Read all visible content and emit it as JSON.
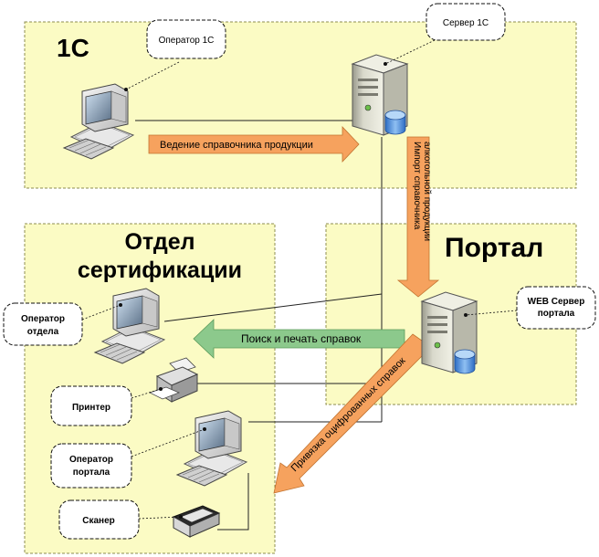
{
  "zones": {
    "onec": {
      "title": "1С"
    },
    "cert": {
      "title_line1": "Отдел",
      "title_line2": "сертификации"
    },
    "portal": {
      "title": "Портал"
    }
  },
  "callouts": {
    "operator_1c": "Оператор 1С",
    "server_1c": "Сервер 1С",
    "web_server_line1": "WEB Сервер",
    "web_server_line2": "портала",
    "dept_operator_line1": "Оператор",
    "dept_operator_line2": "отдела",
    "printer": "Принтер",
    "portal_operator_line1": "Оператор",
    "portal_operator_line2": "портала",
    "scanner": "Сканер"
  },
  "arrows": {
    "catalog": "Ведение справочника продукции",
    "import_line1": "Импорт справочника",
    "import_line2": "алкогольной продукции",
    "search": "Поиск и печать справок",
    "binding": "Привязка оцифрованных справок"
  },
  "colors": {
    "zone_fill": "#fbfbc4",
    "zone_border": "#8c8c50",
    "orange_arrow": "#f6a25e",
    "green_arrow": "#8cc98c",
    "line": "#222222"
  },
  "icons": {
    "workstation": "computer-icon",
    "server": "server-tower-icon",
    "printer": "printer-icon",
    "scanner": "scanner-icon"
  }
}
